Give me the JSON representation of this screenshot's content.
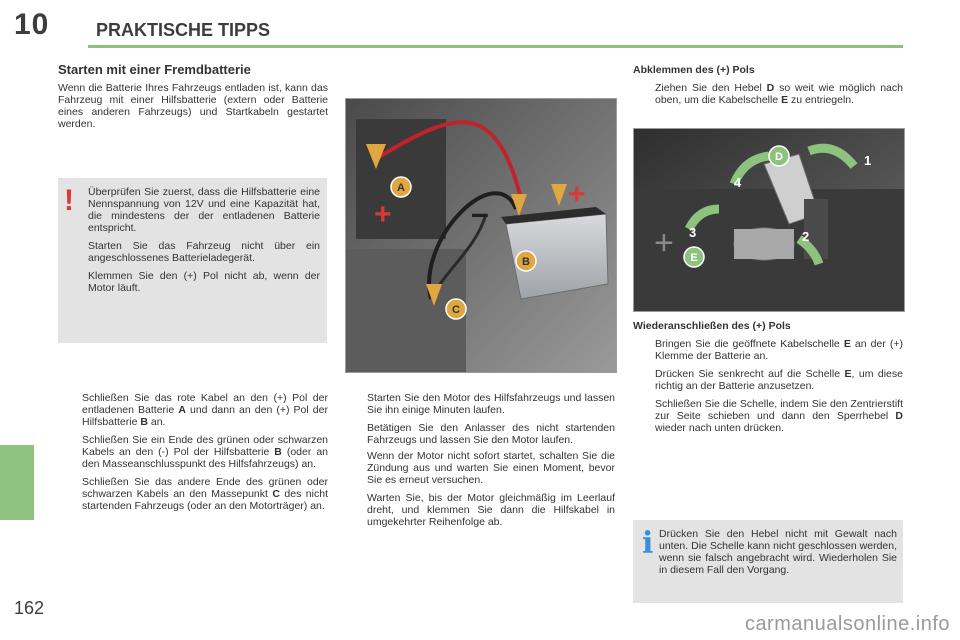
{
  "header": {
    "chapter_number": "10",
    "chapter_title": "PRAKTISCHE TIPPS"
  },
  "page_number": "162",
  "watermark": "carmanualsonline.info",
  "section": {
    "title": "Starten mit einer Fremdbatterie",
    "intro": "Wenn die Batterie Ihres Fahrzeugs entladen ist, kann das Fahrzeug mit einer Hilfsbatterie (extern oder Batterie eines anderen Fahrzeugs) und Startkabeln gestartet werden."
  },
  "warning": {
    "mark": "!",
    "paragraphs": [
      "Überprüfen Sie zuerst, dass die Hilfsbatterie eine Nennspannung von 12V und eine Kapazität hat, die mindestens der der entladenen Batterie entspricht.",
      "Starten Sie das Fahrzeug nicht über ein angeschlossenes Batterieladegerät.",
      "Klemmen Sie den (+) Pol nicht ab, wenn der Motor läuft."
    ]
  },
  "bullet_symbol": "",
  "steps_col1": [
    {
      "pre": "Schließen Sie das rote Kabel an den (+) Pol der entladenen Batterie ",
      "b1": "A",
      "mid": " und dann an den (+) Pol der Hilfsbatterie ",
      "b2": "B",
      "post": " an."
    },
    {
      "text": "Schließen Sie ein Ende des grünen oder schwarzen Kabels an den (-) Pol der Hilfsbatterie ",
      "b": "B",
      "post": " (oder an den Masseanschlusspunkt des Hilfsfahrzeugs) an."
    },
    {
      "text": "Schließen Sie das andere Ende des grünen oder schwarzen Kabels an den Massepunkt ",
      "b": "C",
      "post": " des nicht startenden Fahrzeugs (oder an den Motorträger) an."
    }
  ],
  "steps_col2": [
    {
      "text": "Starten Sie den Motor des Hilfsfahrzeugs und lassen Sie ihn einige Minuten laufen."
    },
    {
      "text": "Betätigen Sie den Anlasser des nicht startenden Fahrzeugs und lassen Sie den Motor laufen.",
      "cont": "Wenn der Motor nicht sofort startet, schalten Sie die Zündung aus und warten Sie einen Moment, bevor Sie es erneut versuchen."
    },
    {
      "text": "Warten Sie, bis der Motor gleichmäßig im Leerlauf dreht, und klemmen Sie dann die Hilfskabel in umgekehrter Reihenfolge ab."
    }
  ],
  "disconnect": {
    "title": "Abklemmen des (+) Pols",
    "step": {
      "pre": "Ziehen Sie den Hebel ",
      "b1": "D",
      "mid": " so weit wie möglich nach oben, um die Kabelschelle ",
      "b2": "E",
      "post": " zu entriegeln."
    }
  },
  "reconnect": {
    "title": "Wiederanschließen des (+) Pols",
    "steps": [
      {
        "pre": "Bringen Sie die geöffnete Kabelschelle ",
        "b": "E",
        "post": " an der (+) Klemme der Batterie an."
      },
      {
        "pre": "Drücken Sie senkrecht auf die Schelle ",
        "b": "E",
        "post": ", um diese richtig an der Batterie anzusetzen."
      },
      {
        "pre": "Schließen Sie die Schelle, indem Sie den Zentrierstift zur Seite schieben und dann den Sperrhebel ",
        "b": "D",
        "post": " wieder nach unten drücken."
      }
    ]
  },
  "info": {
    "mark": "i",
    "text": "Drücken Sie den Hebel nicht mit Gewalt nach unten. Die Schelle kann nicht geschlossen werden, wenn sie falsch angebracht wird. Wiederholen Sie in diesem Fall den Vorgang."
  },
  "figure1": {
    "labels": {
      "a": "A",
      "b": "B",
      "c": "C"
    },
    "plus": "+",
    "minus": "–"
  },
  "figure2": {
    "labels": {
      "d": "D",
      "e": "E",
      "n1": "1",
      "n2": "2",
      "n3": "3",
      "n4": "4"
    },
    "plus": "+"
  },
  "colors": {
    "accent_green": "#8ec07c",
    "warning_red": "#d83a3a",
    "info_blue": "#3a8fd8",
    "box_gray": "#e3e3e3"
  }
}
